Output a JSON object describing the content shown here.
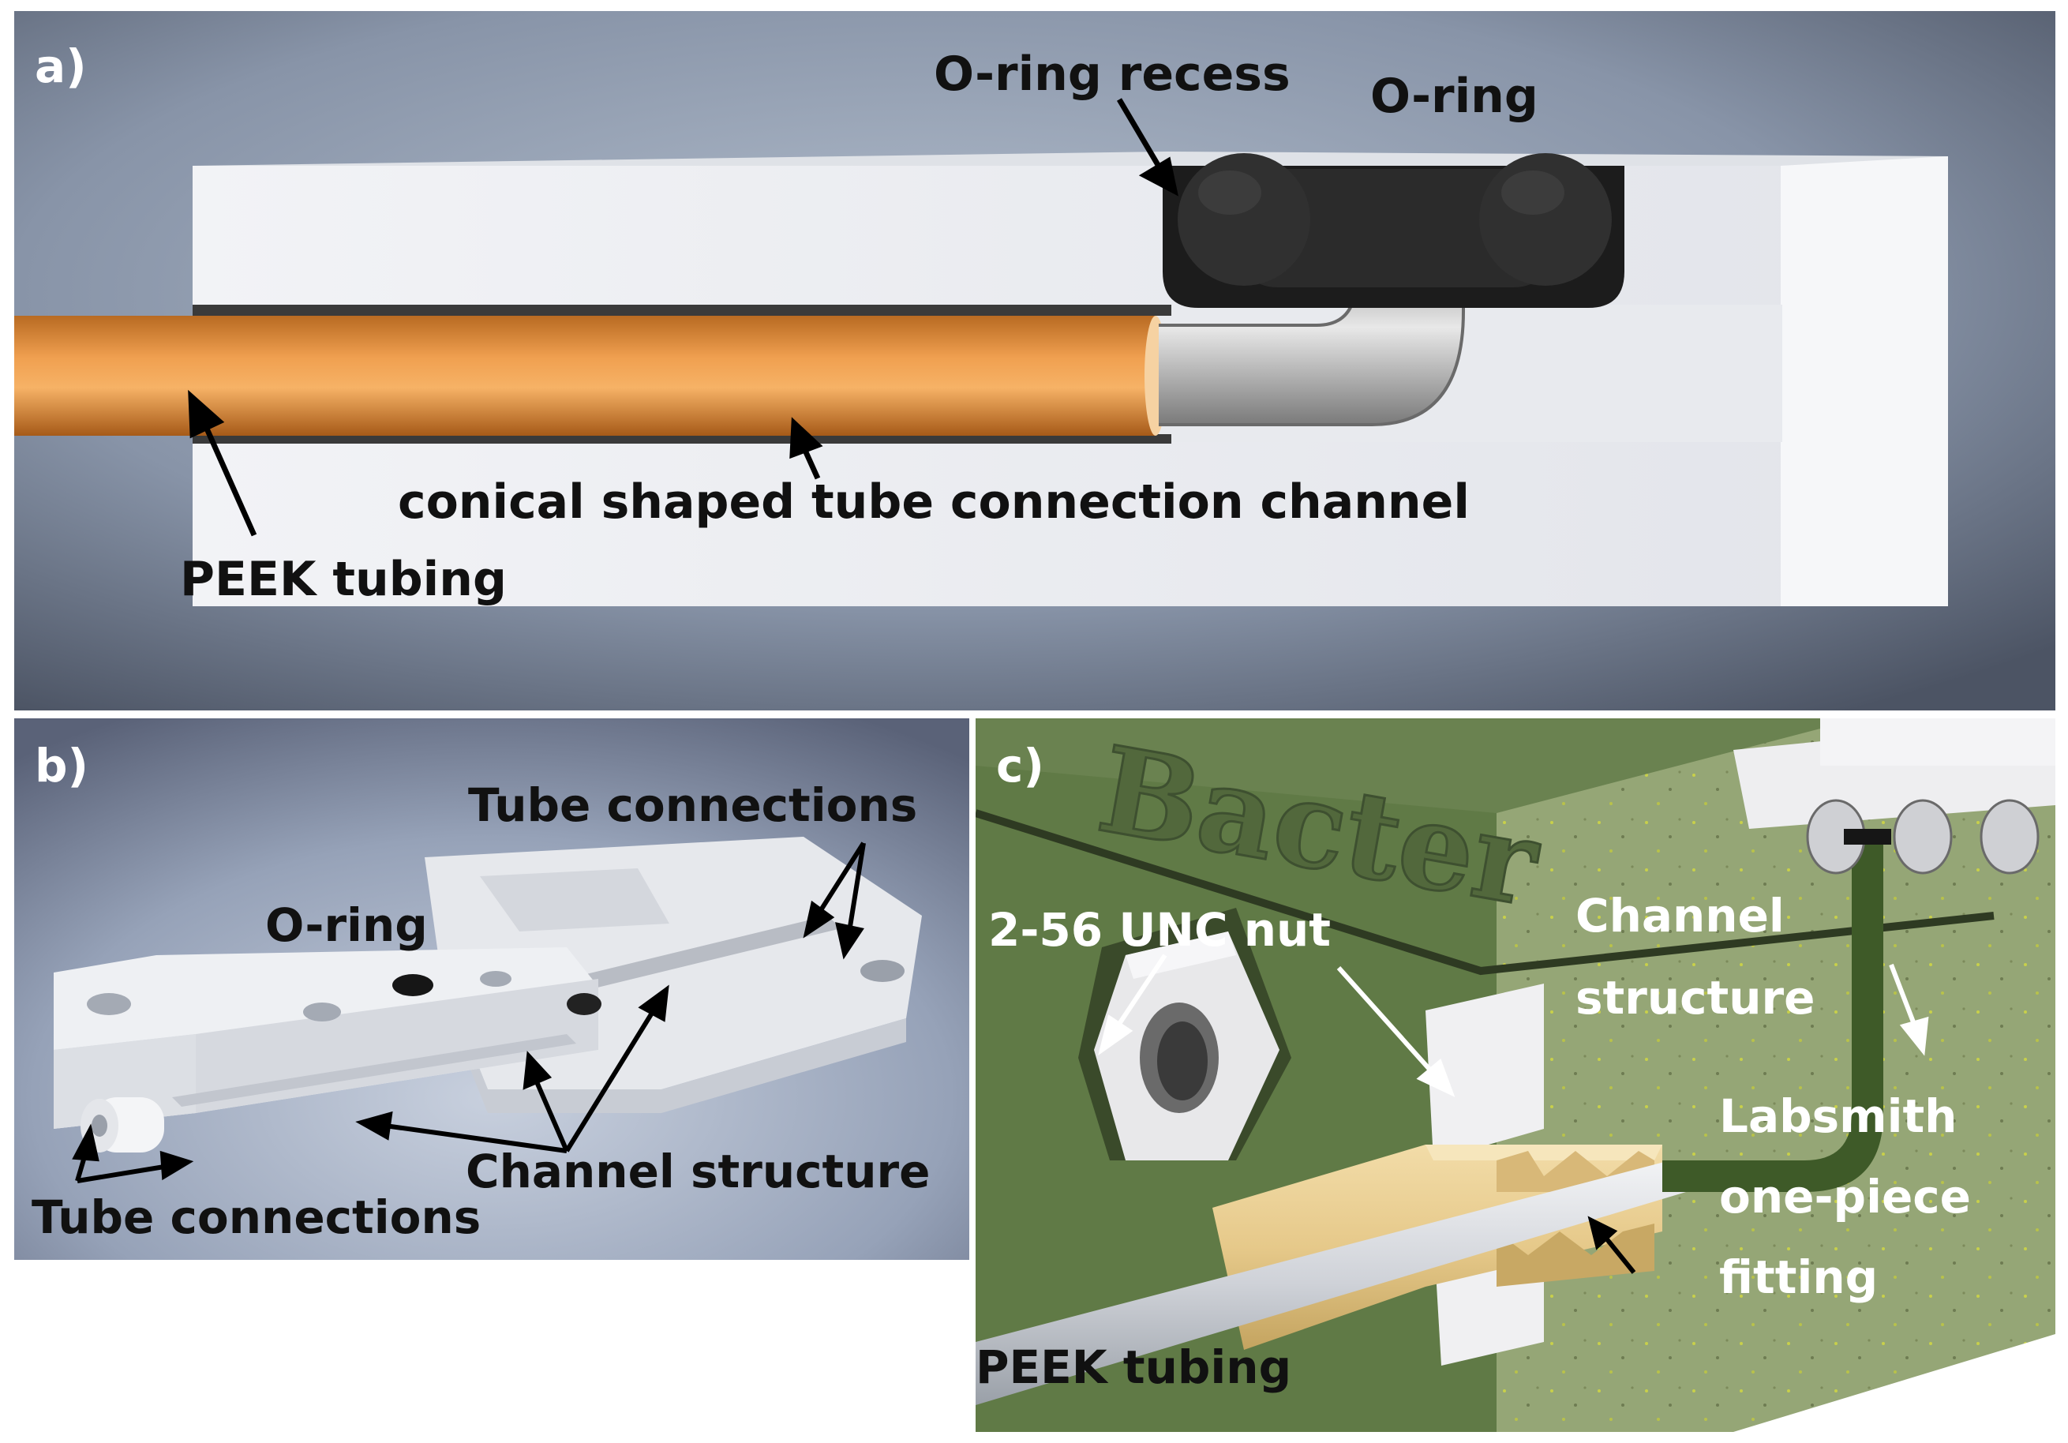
{
  "panel_a": {
    "letter": "a)",
    "label_oring_recess": "O-ring recess",
    "label_oring": "O-ring",
    "label_conical_channel": "conical shaped tube connection channel",
    "label_peek_tubing": "PEEK tubing"
  },
  "panel_b": {
    "letter": "b)",
    "label_tube_connections_top": "Tube connections",
    "label_oring": "O-ring",
    "label_channel_structure": "Channel structure",
    "label_tube_connections_bottom": "Tube connections"
  },
  "panel_c": {
    "letter": "c)",
    "embossed_text": "Bacter",
    "label_nut": "2-56 UNC nut",
    "label_channel_line1": "Channel",
    "label_channel_line2": "structure",
    "label_fitting_line1": "Labsmith",
    "label_fitting_line2": "one-piece",
    "label_fitting_line3": "fitting",
    "label_peek_tubing": "PEEK tubing"
  },
  "colors": {
    "background_gradient_center": "#a8b4c6",
    "background_gradient_edge": "#4a5262",
    "block_white": "#eceef2",
    "peek_orange": "#e8913a",
    "oring_black": "#2b2b2b",
    "resin_green": "#5e7444",
    "fitting_gold": "#e6c98a"
  }
}
